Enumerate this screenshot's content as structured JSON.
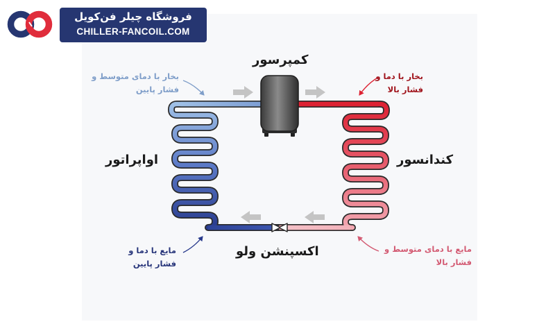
{
  "brand": {
    "name_fa": "فروشگاه چیلر فن‌کویل",
    "name_en": "CHILLER-FANCOIL.COM"
  },
  "components": {
    "compressor": "کمپرسور",
    "evaporator": "اواپراتور",
    "condenser": "کندانسور",
    "expansion_valve": "اکسپنشن ولو"
  },
  "notes": {
    "evaporator_outlet": {
      "line1": "بخار با دمای متوسط و",
      "line2": "فشار پایین"
    },
    "condenser_inlet": {
      "line1": "بخار با دما و",
      "line2": "فشار بالا"
    },
    "condenser_outlet": {
      "line1": "مایع با دمای متوسط و",
      "line2": "فشار بالا"
    },
    "evaporator_inlet": {
      "line1": "مایع با دما و",
      "line2": "فشار پایین"
    }
  },
  "colors": {
    "brand_navy": "#263671",
    "logo_red": "#e02d3c",
    "hot_red": "#dd2233",
    "warm_pink": "#f2a9b3",
    "cool_light_blue": "#9fc0e6",
    "cold_navy": "#283a8c",
    "flow_arrow_gray": "#c4c4c4",
    "hot_label": "#a0141c",
    "warm_label": "#d35a72",
    "cool_label": "#7f9ec9",
    "cold_label": "#27357a"
  }
}
